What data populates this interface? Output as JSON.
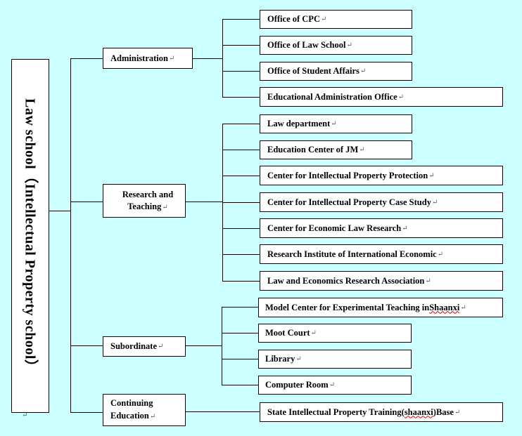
{
  "root": {
    "label": "Law school（Intellectual Property school）",
    "mark": "↵"
  },
  "paragraph_mark": "↵",
  "groups": [
    {
      "label": "Administration",
      "items": [
        "Office of CPC",
        "Office of Law School",
        "Office of Student Affairs",
        "Educational Administration Office"
      ]
    },
    {
      "label": "Research and Teaching",
      "items": [
        "Law department",
        "Education Center of JM",
        "Center for Intellectual Property Protection",
        "Center for Intellectual Property Case Study",
        "Center for Economic Law Research",
        "Research Institute of International Economic",
        "Law and Economics Research Association"
      ]
    },
    {
      "label": "Subordinate",
      "items": [
        "Model Center for Experimental Teaching in ",
        "Moot Court",
        "Library",
        "Computer Room"
      ],
      "squiggle_word": "Shaanxi"
    },
    {
      "label": "Continuing Education",
      "items": [
        "State Intellectual Property Training("
      ],
      "squiggle_word": "shaanxi",
      "item_suffix": ")Base"
    }
  ]
}
